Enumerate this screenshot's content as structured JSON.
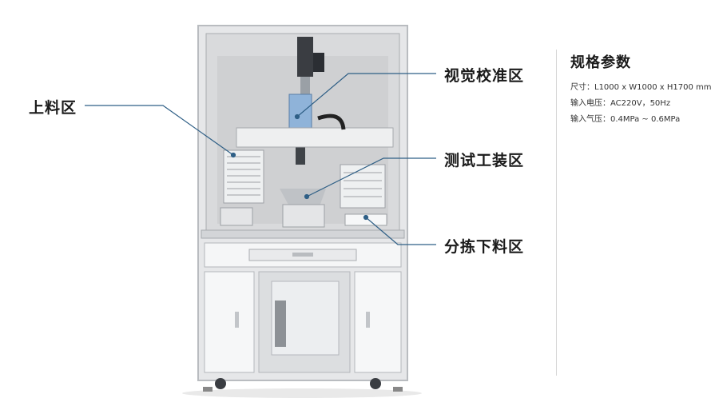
{
  "callouts": {
    "loading": "上料区",
    "vision": "视觉校准区",
    "fixture": "测试工装区",
    "sorting": "分拣下料区"
  },
  "specs": {
    "title": "规格参数",
    "lines": [
      "尺寸：L1000 x W1000 x H1700 mm",
      "输入电压：AC220V，50Hz",
      "输入气压：0.4MPa ~ 0.6MPa"
    ]
  },
  "colors": {
    "accent_line": "#2f5f86",
    "frame": "#c9ccd0",
    "panel": "#f2f3f4",
    "camera_blue": "#8fb3d9"
  }
}
